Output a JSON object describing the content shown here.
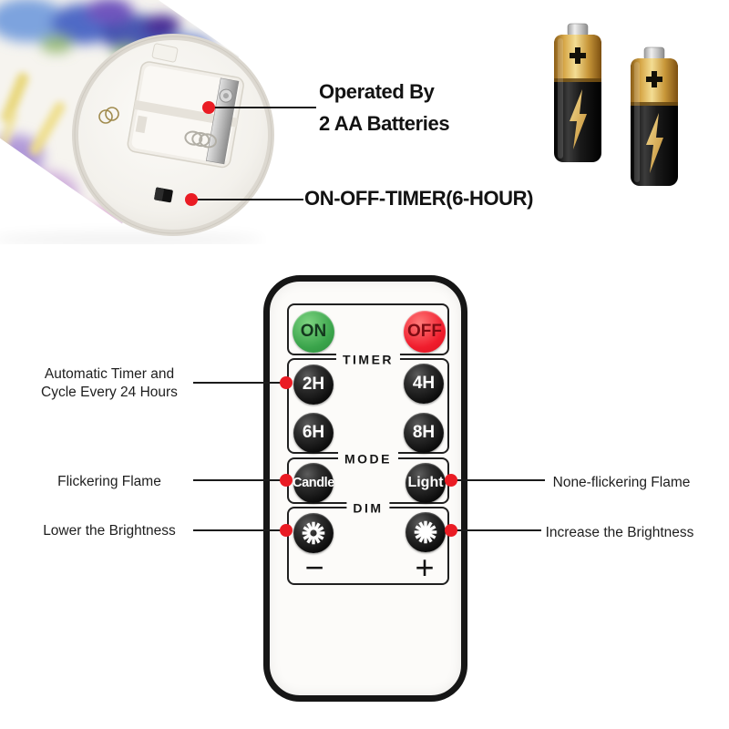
{
  "colors": {
    "accent_red": "#ea1c24",
    "on_green": "#3aa44b",
    "off_red": "#f01d2d",
    "battery_gold": "#c8973a",
    "ink": "#1b1b1b"
  },
  "callouts": {
    "battery_note_line1": "Operated By",
    "battery_note_line2": "2 AA Batteries",
    "timer_switch_note": "ON-OFF-TIMER(6-HOUR)",
    "auto_timer_line1": "Automatic Timer and",
    "auto_timer_line2": "Cycle Every 24 Hours",
    "flickering": "Flickering Flame",
    "lower_brightness": "Lower the Brightness",
    "none_flickering": "None-flickering Flame",
    "increase_brightness": "Increase the Brightness"
  },
  "remote": {
    "on_label": "ON",
    "off_label": "OFF",
    "timer": {
      "title": "TIMER",
      "buttons": [
        "2H",
        "4H",
        "6H",
        "8H"
      ]
    },
    "mode": {
      "title": "MODE",
      "buttons": [
        "Candle",
        "Light"
      ]
    },
    "dim": {
      "title": "DIM",
      "minus": "−",
      "plus": "+"
    }
  },
  "icons": {
    "dim_low": "sun-dim-icon",
    "dim_high": "sun-bright-icon",
    "battery": "aa-battery-icon",
    "bolt": "lightning-bolt-icon",
    "plus_terminal": "plus-terminal-icon"
  }
}
